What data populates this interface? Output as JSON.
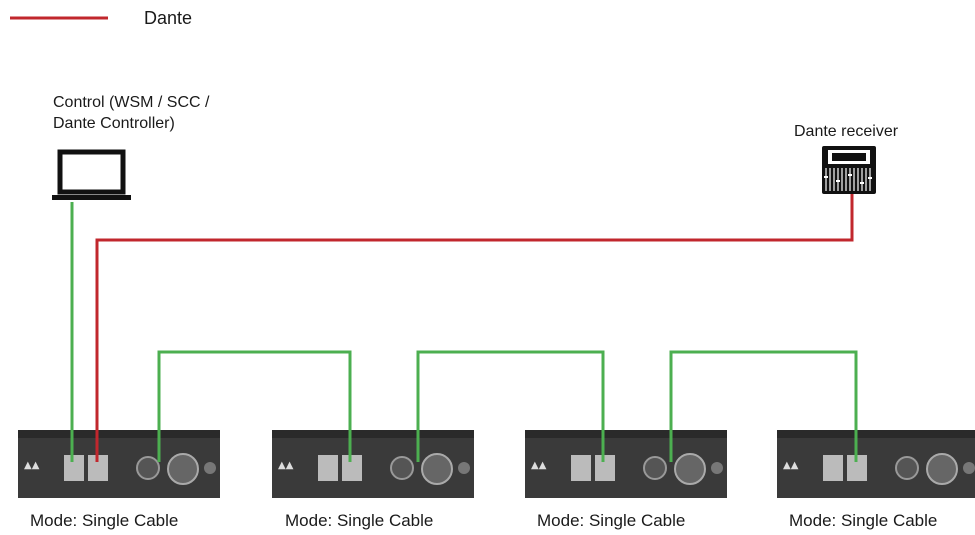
{
  "legend": {
    "label": "Dante",
    "color": "#c1272d"
  },
  "control": {
    "label_line1": "Control (WSM / SCC /",
    "label_line2": "Dante Controller)",
    "icon": "laptop-icon"
  },
  "receiver": {
    "label": "Dante receiver",
    "icon": "mixing-console-icon"
  },
  "devices": [
    {
      "mode_label": "Mode: Single Cable"
    },
    {
      "mode_label": "Mode: Single Cable"
    },
    {
      "mode_label": "Mode: Single Cable"
    },
    {
      "mode_label": "Mode: Single Cable"
    }
  ],
  "colors": {
    "dante_line": "#c1272d",
    "control_line": "#4caf50",
    "device_body": "#3a3a3a"
  }
}
